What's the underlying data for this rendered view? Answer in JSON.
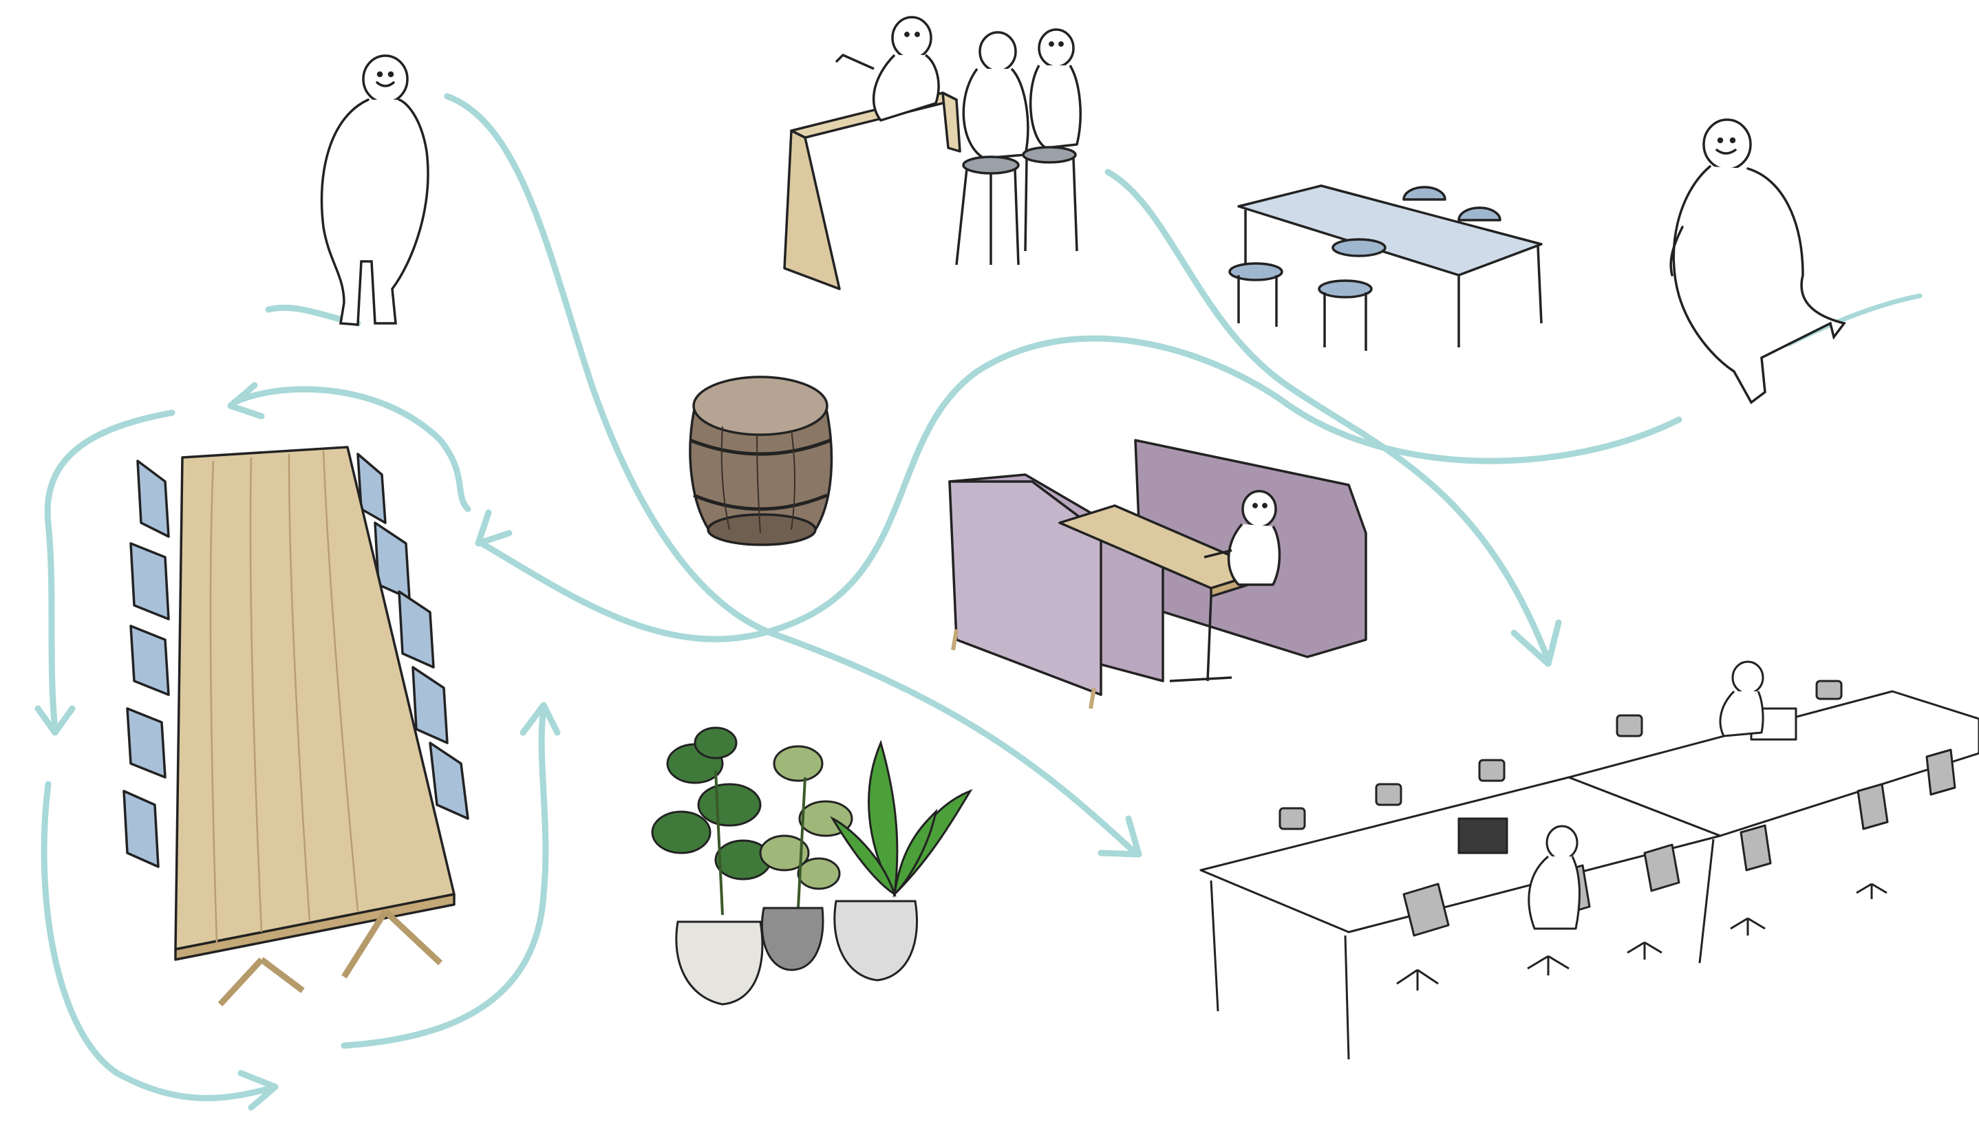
{
  "image": {
    "palette": {
      "path": "#a8d8d8",
      "ink": "#222222",
      "wood": "#dcc9a0",
      "wood_dark": "#c4a877",
      "chair_blue": "#a9c0d9",
      "booth_purple": "#b8a6bd",
      "booth_dark": "#9a89a0",
      "grey_chair": "#b9b9b9",
      "barrel": "#7a6a5a",
      "leaf_dark": "#3f7a3a",
      "leaf_light": "#9fb778",
      "leaf_bright": "#4ca03a",
      "pot": "#e6e4de",
      "pot_dark": "#8e8e8e"
    },
    "objects": [
      "standing-person",
      "walking-person",
      "bar-table-with-stools",
      "round-chair-dining-table",
      "wooden-barrel",
      "meeting-booth",
      "long-communal-table",
      "potted-plants",
      "workstation-desks"
    ]
  }
}
